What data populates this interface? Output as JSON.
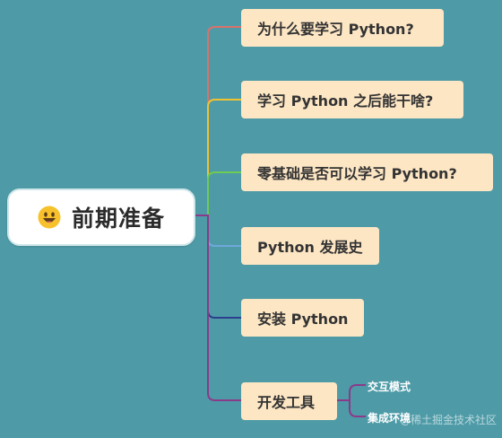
{
  "root": {
    "label": "前期准备",
    "icon": "grinning-face-emoji"
  },
  "branches": [
    {
      "label": "为什么要学习 Python?",
      "color": "#d9726a"
    },
    {
      "label": "学习 Python 之后能干啥?",
      "color": "#f2c230"
    },
    {
      "label": "零基础是否可以学习 Python?",
      "color": "#6ecb54"
    },
    {
      "label": "Python 发展史",
      "color": "#6fa8dc"
    },
    {
      "label": "安装 Python",
      "color": "#2c3e8c"
    },
    {
      "label": "开发工具",
      "color": "#8b3a8a"
    }
  ],
  "dev_tools_children": [
    {
      "label": "交互模式"
    },
    {
      "label": "集成环境"
    }
  ],
  "watermark": "@稀土掘金技术社区"
}
